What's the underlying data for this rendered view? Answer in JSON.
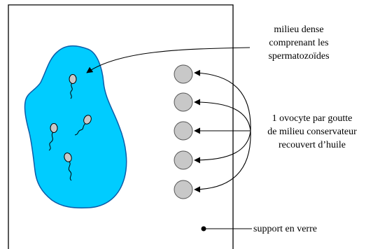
{
  "labels": {
    "milieu": [
      "milieu dense",
      "comprenant les",
      "spermatozoïdes"
    ],
    "ovocyte": [
      "1 ovocyte par goutte",
      "de milieu conservateur",
      "recouvert d’huile"
    ],
    "support": "support en verre"
  },
  "colors": {
    "drop": "#00ccff",
    "drop_stroke": "#0b5ca8",
    "cell": "#c8c8c8",
    "ink": "#000000"
  }
}
